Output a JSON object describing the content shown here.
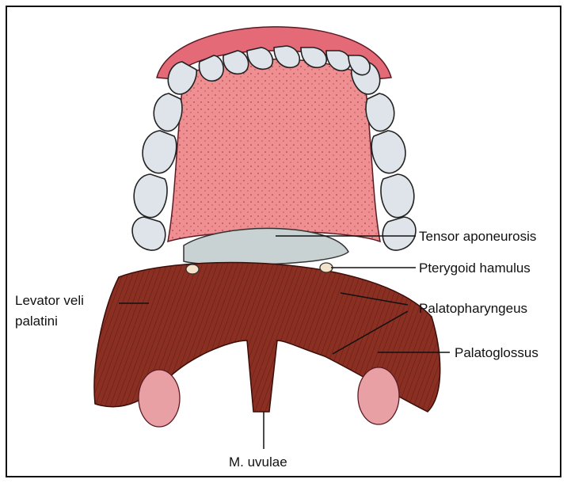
{
  "labels": {
    "tensor_aponeurosis": "Tensor aponeurosis",
    "pterygoid_hamulus": "Pterygoid hamulus",
    "levator_line1": "Levator veli",
    "levator_line2": "palatini",
    "palatopharyngeus": "Palatopharyngeus",
    "palatoglossus": "Palatoglossus",
    "m_uvulae": "M. uvulae"
  },
  "colors": {
    "gum": "#e46a78",
    "palate": "#ef8f92",
    "teeth": "#dfe4ea",
    "aponeurosis": "#c9d2d2",
    "muscle": "#8a2f22",
    "tonsil": "#e8a0a4"
  }
}
